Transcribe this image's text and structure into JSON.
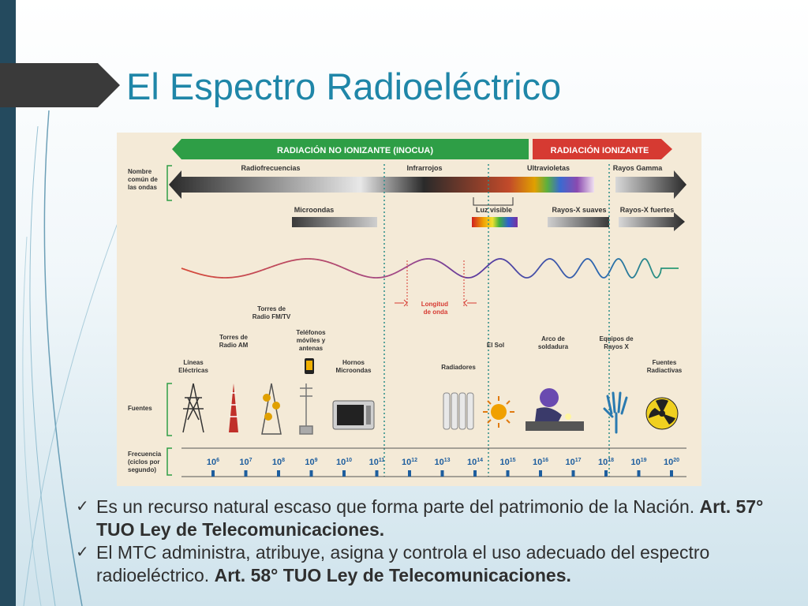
{
  "slide": {
    "title": "El Espectro Radioeléctrico",
    "accent_color": "#1f86a8",
    "bar_color": "#244a5e"
  },
  "figure": {
    "banner_no_ionizante": "RADIACIÓN NO IONIZANTE (INOCUA)",
    "banner_ionizante": "RADIACIÓN IONIZANTE",
    "label_nombre": [
      "Nombre",
      "común de",
      "las ondas"
    ],
    "label_fuentes": "Fuentes",
    "label_frecuencia": [
      "Frecuencia",
      "(ciclos por",
      "segundo)"
    ],
    "bands": {
      "radiofrecuencias": "Radiofrecuencias",
      "infrarrojos": "Infrarrojos",
      "ultravioletas": "Ultravioletas",
      "rayos_gamma": "Rayos Gamma",
      "microondas": "Microondas",
      "luz_visible": "Luz visible",
      "rayos_x_suaves": "Rayos-X suaves",
      "rayos_x_fuertes": "Rayos-X fuertes"
    },
    "longitud": [
      "Longitud",
      "de onda"
    ],
    "sources": {
      "lineas": [
        "Líneas",
        "Eléctricas"
      ],
      "torres_am": [
        "Torres de",
        "Radio AM"
      ],
      "torres_fm": [
        "Torres de",
        "Radio FM/TV"
      ],
      "telefonos": [
        "Teléfonos",
        "móviles y",
        "antenas"
      ],
      "hornos": [
        "Hornos",
        "Microondas"
      ],
      "radiadores": "Radiadores",
      "sol": "El Sol",
      "arco": [
        "Arco de",
        "soldadura"
      ],
      "equipos": [
        "Equipos de",
        "Rayos X"
      ],
      "fuentes_rad": [
        "Fuentes",
        "Radiactivas"
      ]
    },
    "frequencies": [
      {
        "base": "10",
        "exp": "6"
      },
      {
        "base": "10",
        "exp": "7"
      },
      {
        "base": "10",
        "exp": "8"
      },
      {
        "base": "10",
        "exp": "9"
      },
      {
        "base": "10",
        "exp": "10"
      },
      {
        "base": "10",
        "exp": "11"
      },
      {
        "base": "10",
        "exp": "12"
      },
      {
        "base": "10",
        "exp": "13"
      },
      {
        "base": "10",
        "exp": "14"
      },
      {
        "base": "10",
        "exp": "15"
      },
      {
        "base": "10",
        "exp": "16"
      },
      {
        "base": "10",
        "exp": "17"
      },
      {
        "base": "10",
        "exp": "18"
      },
      {
        "base": "10",
        "exp": "19"
      },
      {
        "base": "10",
        "exp": "20"
      }
    ],
    "colors": {
      "green": "#2e9e46",
      "red": "#d63a32",
      "teal": "#2a8c88",
      "blue": "#1e5e9e"
    }
  },
  "bullets": [
    {
      "text": "Es un recurso natural escaso que forma parte del patrimonio de la Nación. ",
      "bold": "Art. 57° TUO Ley de Telecomunicaciones."
    },
    {
      "text": "El MTC administra, atribuye, asigna y controla el uso adecuado del espectro radioeléctrico. ",
      "bold": "Art. 58° TUO Ley de Telecomunicaciones."
    }
  ]
}
